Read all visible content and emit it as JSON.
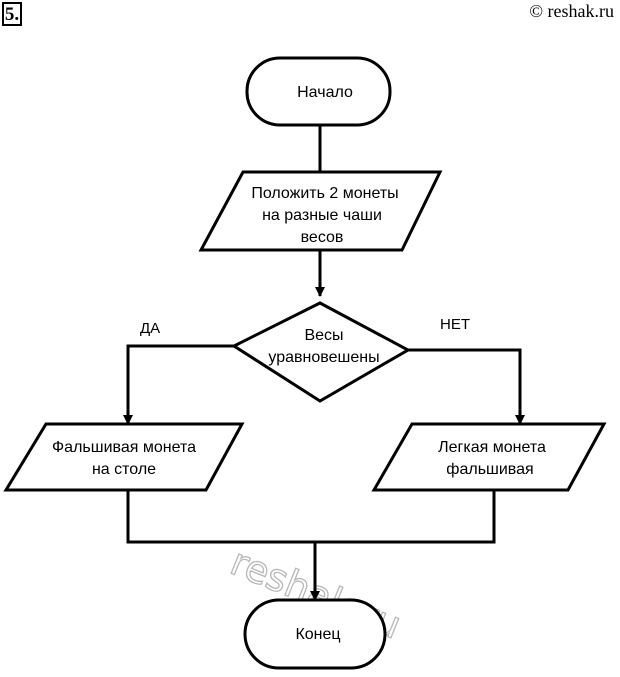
{
  "header": {
    "task_number": "5.",
    "copyright": "© reshak.ru"
  },
  "watermark": {
    "text": "reshak.ru"
  },
  "flowchart": {
    "start": "Начало",
    "input": [
      "Положить 2 монеты",
      "на разные чаши",
      "весов"
    ],
    "decision": [
      "Весы",
      "уравновешены"
    ],
    "branch_yes": "ДА",
    "branch_no": "НЕТ",
    "output_yes": [
      "Фальшивая монета",
      "на столе"
    ],
    "output_no": [
      "Легкая монета",
      "фальшивая"
    ],
    "end": "Конец"
  }
}
